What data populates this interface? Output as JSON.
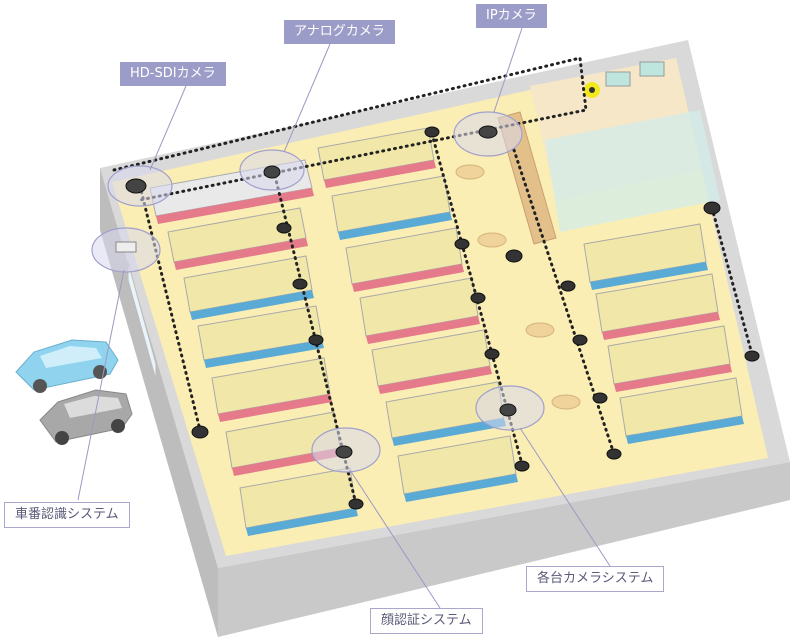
{
  "labels": {
    "hd_sdi": "HD-SDIカメラ",
    "analog": "アナログカメラ",
    "ip": "IPカメラ",
    "plate": "車番認識システム",
    "multi": "各台カメラシステム",
    "face": "顔認証システム"
  },
  "colors": {
    "label_fill": "#9c9cc8",
    "label_border": "#a8a8cc",
    "floor": "#fbeeb4",
    "wall_top": "#d9d9d9",
    "wall_side": "#bdbdbd",
    "wall_front": "#e6e6e6",
    "highlight": "#d8d8ee",
    "highlight_stroke": "#a0a0cc",
    "car_blue": "#8fd3ee",
    "car_gray": "#a8a8a8",
    "counter": "#e3c08a",
    "glass": "#d2ecea"
  }
}
